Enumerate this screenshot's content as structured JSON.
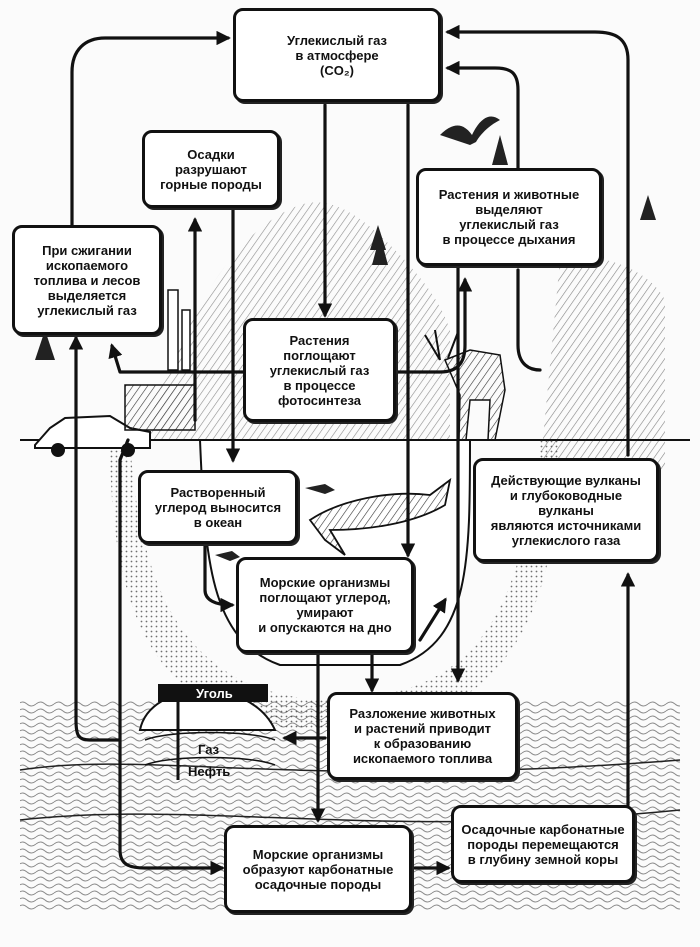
{
  "boxes": {
    "co2": "Углекислый газ\nв атмосфере\n(CO₂)",
    "sediments": "Осадки\nразрушают\nгорные породы",
    "burning": "При сжигании\nископаемого\nтоплива и лесов\nвыделяется\nуглекислый газ",
    "respiration": "Растения и животные\nвыделяют\nуглекислый газ\nв процессе дыхания",
    "photosynthesis": "Растения\nпоглощают\nуглекислый газ\nв процессе\nфотосинтеза",
    "dissolved": "Растворенный\nуглерод выносится\nв океан",
    "volcanoes": "Действующие вулканы\nи глубоководные\nвулканы\nявляются источниками\nуглекислого газа",
    "marine_absorb": "Морские организмы\nпоглощают углерод,\nумирают\nи опускаются на дно",
    "decomposition": "Разложение животных\nи растений приводит\nк образованию\nископаемого топлива",
    "carbonate_move": "Осадочные карбонатные\nпороды перемещаются\nв глубину земной коры",
    "marine_carbonate": "Морские организмы\nобразуют карбонатные\nосадочные породы"
  },
  "labels": {
    "coal": "Уголь",
    "gas": "Газ",
    "oil": "Нефть"
  }
}
